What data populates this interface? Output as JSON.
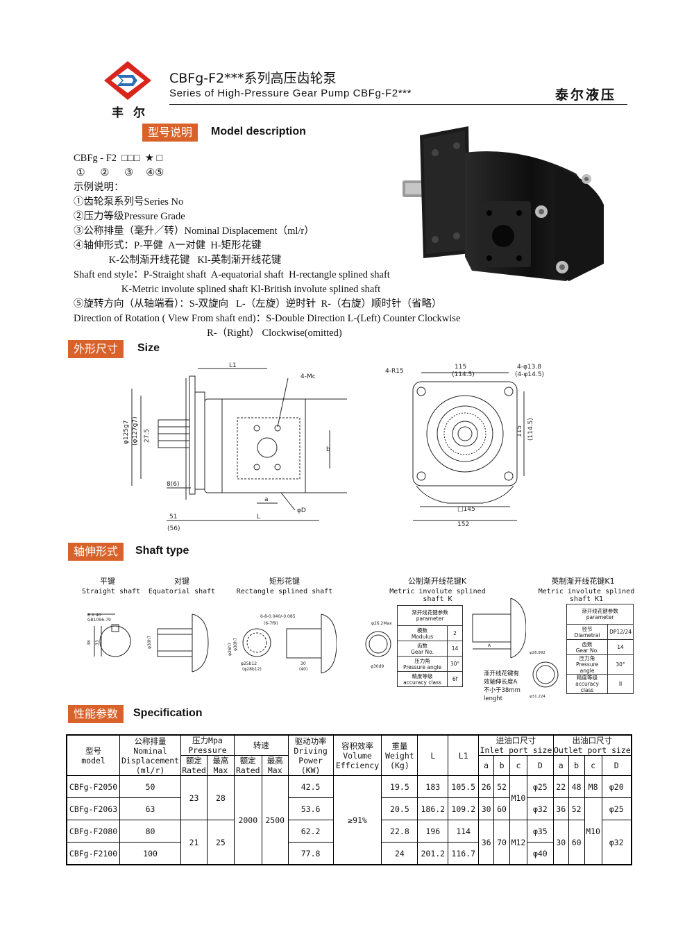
{
  "header": {
    "logo_text": "丰尔",
    "title_cn": "CBFg-F2***系列高压齿轮泵",
    "title_en": "Series of High-Pressure Gear Pump CBFg-F2***",
    "brand": "泰尔液压"
  },
  "model_section": {
    "tag": "型号说明",
    "title": "Model description",
    "lines": [
      "CBFg - F2  □□□  ★ □",
      " ①      ②      ③     ④⑤",
      "示例说明：",
      "①齿轮泵系列号Series No",
      "②压力等级Pressure Grade",
      "③公称排量（毫升／转）Nominal Displacement（ml/r）",
      "④轴伸形式：P-平健  A一对健  H-矩形花键",
      "              K-公制渐开线花键   Kl-英制渐开线花键",
      "Shaft end style：P-Straight shaft  A-equatorial shaft  H-rectangle splined shaft",
      "                   K-Metric involute splined shaft Kl-British involute splined shaft",
      "⑤旋转方向（从轴端看）：S-双旋向   L-（左旋）逆时针  R-（右旋）顺时针（省略）",
      "Direction of Rotation ( View From shaft end)：S-Double Direction L-(Left) Counter Clockwise",
      "                                                     R-（Right） Clockwise(omitted)"
    ]
  },
  "size_section": {
    "tag": "外形尺寸",
    "title": "Size",
    "side_labels": [
      "L1",
      "4-Mc",
      "φ125g7",
      "(φ127g7)",
      "27.5",
      "b",
      "8(6)",
      "a",
      "φD",
      "51",
      "(56)",
      "L"
    ],
    "front_labels": [
      "4-R15",
      "115",
      "(114.5)",
      "4-φ13.8",
      "(4-φ14.5)",
      "115",
      "(114.5)",
      "□145",
      "152"
    ]
  },
  "shaft_section": {
    "tag": "轴伸形式",
    "title": "Shaft type",
    "types": [
      {
        "cn": "平键",
        "en": "Straight shaft"
      },
      {
        "cn": "对键",
        "en": "Equatorial shaft"
      },
      {
        "cn": "矩形花键",
        "en": "Rectangle splined shaft"
      },
      {
        "cn": "公制渐开线花键K",
        "en": "Metric involute splined shaft K"
      },
      {
        "cn": "英制渐开线花键K1",
        "en": "Metric involute splined shaft K1"
      }
    ],
    "dims": {
      "straight": [
        "B X 40",
        "GB1096-79",
        "38",
        "33"
      ],
      "equatorial": [
        "φ30h7"
      ],
      "rect": [
        "6-8-0.040/-0.085",
        "(6-7f9)",
        "φ26h7",
        "φ30h7",
        "φ25b12",
        "(φ28b12)",
        "30",
        "(40)"
      ],
      "metric": [
        "φ26.2Max",
        "φ30d9",
        "A"
      ],
      "note": [
        "渐开线花键有",
        "效轴伸长度A",
        "不小于38mm",
        "lenght"
      ],
      "british": [
        "φ26.992",
        "φ31.224"
      ]
    },
    "metric_param": {
      "title_cn": "渐开线花键参数",
      "title_en": "parameter",
      "rows": [
        {
          "cn": "模数",
          "en": "Modulus",
          "value": "2"
        },
        {
          "cn": "齿数",
          "en": "Gear No.",
          "value": "14"
        },
        {
          "cn": "压力角",
          "en": "Pressure angle",
          "value": "30°"
        },
        {
          "cn": "精度等级",
          "en": "accuracy class",
          "value": "6f"
        }
      ]
    },
    "british_param": {
      "title_cn": "渐开线花键参数",
      "title_en": "parameter",
      "rows": [
        {
          "cn": "径节",
          "en": "Diametral",
          "value": "DP12/24"
        },
        {
          "cn": "齿数",
          "en": "Gear No.",
          "value": "14"
        },
        {
          "cn": "压力角",
          "en": "Pressure angle",
          "value": "30°"
        },
        {
          "cn": "精度等级",
          "en": "accuracy class",
          "value": "II"
        }
      ]
    }
  },
  "spec_section": {
    "tag": "性能参数",
    "title": "Specification",
    "headers": {
      "model_cn": "型号",
      "model_en": "model",
      "disp_cn": "公称排量",
      "disp_en1": "Nominal",
      "disp_en2": "Displacement",
      "disp_unit": "(ml/r)",
      "pressure_cn": "压力Mpa",
      "pressure_en": "Pressure",
      "rated_cn": "额定",
      "rated_en": "Rated",
      "max_cn": "最高",
      "max_en": "Max",
      "speed_cn": "转速",
      "power_cn": "驱动功率",
      "power_en1": "Driving",
      "power_en2": "Power",
      "power_unit": "(KW)",
      "eff_cn": "容积效率",
      "eff_en1": "Volume",
      "eff_en2": "Effciency",
      "weight_cn": "重量",
      "weight_en": "Weight",
      "weight_unit": "(Kg)",
      "L": "L",
      "L1": "L1",
      "inlet_cn": "进油口尺寸",
      "inlet_en": "Inlet port size",
      "outlet_cn": "出油口尺寸",
      "outlet_en": "Outlet port size",
      "a": "a",
      "b": "b",
      "c": "c",
      "D": "D"
    },
    "rows": [
      {
        "model": "CBFg-F2050",
        "disp": "50",
        "power": "42.5",
        "weight": "19.5",
        "L": "183",
        "L1": "105.5",
        "in_a": "26",
        "in_b": "52",
        "in_D": "φ25",
        "out_a": "22",
        "out_b": "48",
        "out_c": "M8",
        "out_D": "φ20"
      },
      {
        "model": "CBFg-F2063",
        "disp": "63",
        "power": "53.6",
        "weight": "20.5",
        "L": "186.2",
        "L1": "109.2",
        "in_a": "30",
        "in_b": "60",
        "in_D": "φ32",
        "out_a": "36",
        "out_b": "52",
        "out_D": "φ25"
      },
      {
        "model": "CBFg-F2080",
        "disp": "80",
        "power": "62.2",
        "weight": "22.8",
        "L": "196",
        "L1": "114",
        "in_D": "φ35"
      },
      {
        "model": "CBFg-F2100",
        "disp": "100",
        "power": "77.8",
        "weight": "24",
        "L": "201.2",
        "L1": "116.7",
        "in_D": "φ40"
      }
    ],
    "merged": {
      "p_rated_1": "23",
      "p_max_1": "28",
      "p_rated_2": "21",
      "p_max_2": "25",
      "speed_rated": "2000",
      "speed_max": "2500",
      "eff": "≥91%",
      "in_c_1": "M10",
      "in_a_34": "36",
      "in_b_34": "70",
      "in_c_34": "M12",
      "out_c_234": "M10",
      "out_a_34": "30",
      "out_b_34": "60",
      "out_D_34": "φ32"
    }
  },
  "colors": {
    "accent": "#d9622b",
    "logo_red": "#d9261c",
    "logo_blue": "#2a6fb5",
    "pump_body": "#1c1c1c"
  }
}
